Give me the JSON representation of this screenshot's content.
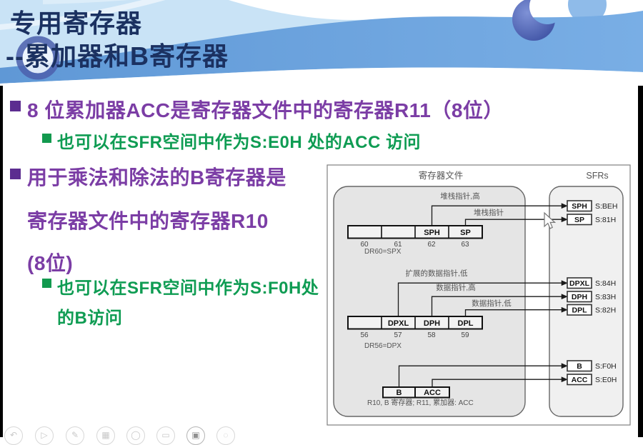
{
  "banner": {
    "title_line1": "专用寄存器",
    "title_line2": "--累加器和B寄存器"
  },
  "bullets": {
    "b1": "8 位累加器ACC是寄存器文件中的寄存器R11（8位）",
    "b1_sub": "也可以在SFR空间中作为S:E0H 处的ACC 访问",
    "b2_line1": "用于乘法和除法的B寄存器是",
    "b2_line2": "寄存器文件中的寄存器R10",
    "b2_line3": "(8位)",
    "b2_sub_line1": "也可以在SFR空间中作为S:F0H处",
    "b2_sub_line2": "的B访问"
  },
  "diagram": {
    "register_file_title": "寄存器文件",
    "sfrs_title": "SFRs",
    "stack": {
      "label_high": "堆栈指针,高",
      "label": "堆栈指针",
      "cells": [
        "",
        "",
        "SPH",
        "SP"
      ],
      "numbers": [
        "60",
        "61",
        "62",
        "63"
      ],
      "note": "DR60=SPX"
    },
    "dptr": {
      "label_ext": "扩展的数据指针,低",
      "label_high": "数据指针,高",
      "label_low": "数据指针,低",
      "cells": [
        "",
        "DPXL",
        "DPH",
        "DPL"
      ],
      "numbers": [
        "56",
        "57",
        "58",
        "59"
      ],
      "note": "DR56=DPX"
    },
    "acc": {
      "cells": [
        "B",
        "ACC"
      ],
      "caption": "R10, B 寄存器; R11, 累加器: ACC"
    },
    "sfr_entries": [
      {
        "reg": "SPH",
        "addr": "S:BEH"
      },
      {
        "reg": "SP",
        "addr": "S:81H"
      },
      {
        "reg": "DPXL",
        "addr": "S:84H"
      },
      {
        "reg": "DPH",
        "addr": "S:83H"
      },
      {
        "reg": "DPL",
        "addr": "S:82H"
      },
      {
        "reg": "B",
        "addr": "S:F0H"
      },
      {
        "reg": "ACC",
        "addr": "S:E0H"
      }
    ]
  },
  "toolbar": {
    "icons": [
      {
        "name": "undo",
        "glyph": "↶"
      },
      {
        "name": "play",
        "glyph": "▷"
      },
      {
        "name": "pen",
        "glyph": "✎"
      },
      {
        "name": "whiteboard",
        "glyph": "▦"
      },
      {
        "name": "record",
        "glyph": "◯"
      },
      {
        "name": "comment",
        "glyph": "▭"
      },
      {
        "name": "screen",
        "glyph": "▣"
      },
      {
        "name": "more",
        "glyph": "◌"
      }
    ]
  },
  "colors": {
    "title_navy": "#1b3161",
    "bullet_purple": "#7b3da5",
    "bullet_square_purple": "#5c2d90",
    "sub_green": "#0f9c53",
    "sub_square_green": "#12994e",
    "band_blue": "#6aa2dc",
    "light_blue": "#c9e3f6",
    "crescent_navy": "#33479b",
    "diagram_gray_fill": "#e5e5e5",
    "edge_black": "#000000"
  }
}
